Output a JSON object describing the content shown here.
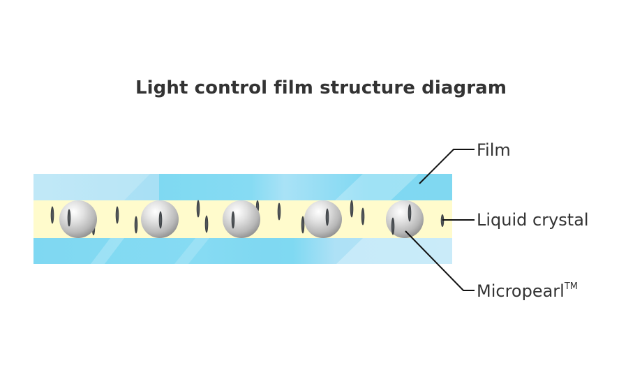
{
  "title": "Light control film structure diagram",
  "labels": {
    "film": "Film",
    "liquid_crystal": "Liquid crystal",
    "micropearl": "Micropearl",
    "micropearl_mark": "TM"
  },
  "layers": [
    {
      "name": "film-top",
      "role": "Film"
    },
    {
      "name": "liquid-crystal-layer",
      "role": "Liquid crystal"
    },
    {
      "name": "film-bottom",
      "role": "Film"
    }
  ],
  "micropearl_count": 5,
  "colors": {
    "film": "#7fd9f2",
    "film_light": "#b6e4f7",
    "liquid_crystal": "#fffbcc",
    "micropearl": "#d9d9d9",
    "molecule": "#3f4347",
    "leader_line": "#111111",
    "text": "#333333"
  }
}
